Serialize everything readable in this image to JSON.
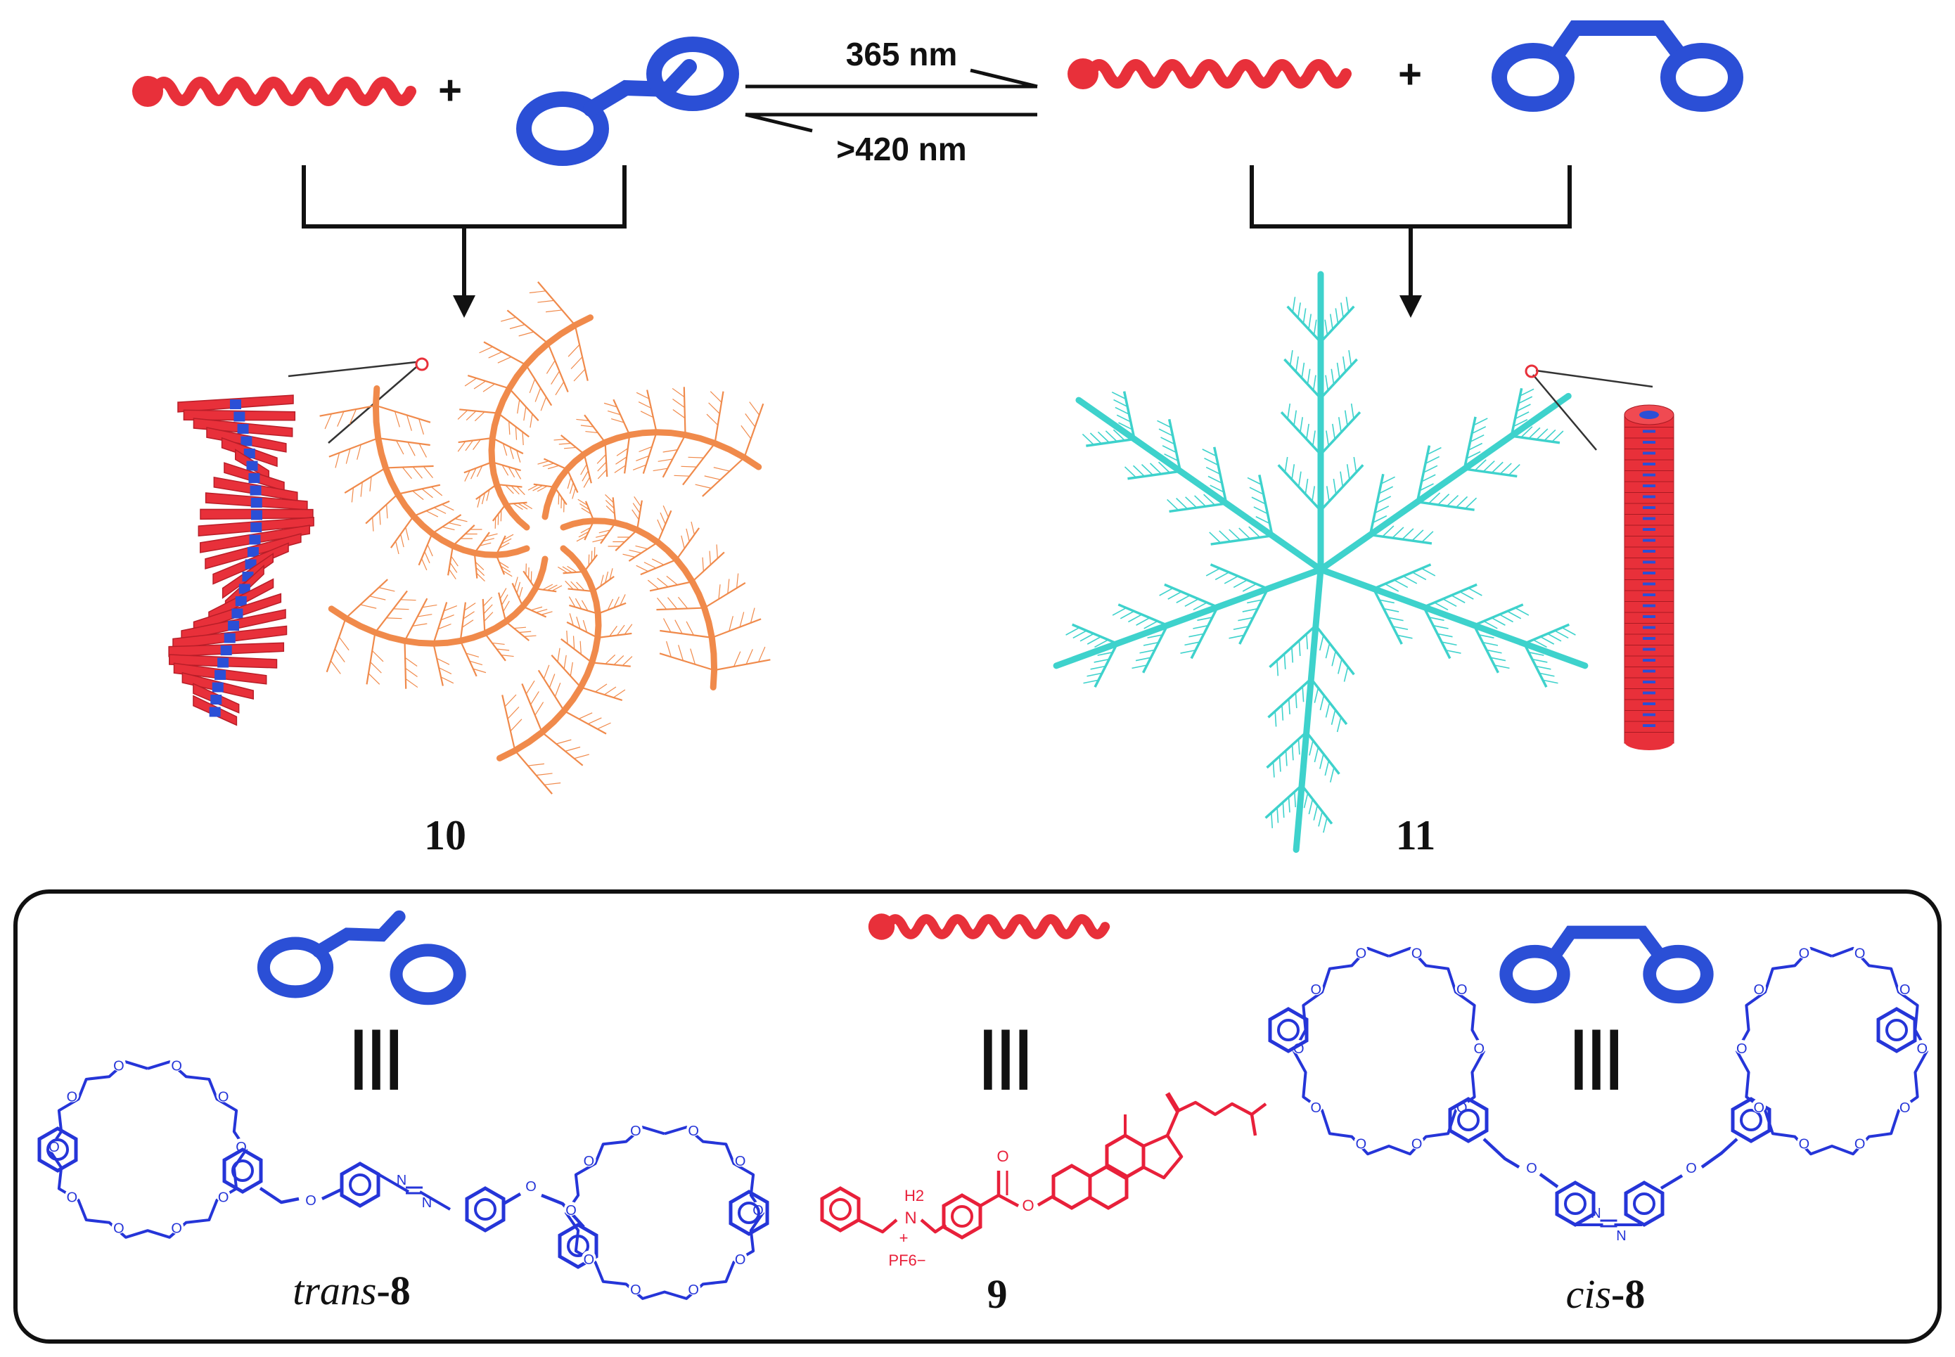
{
  "colors": {
    "guest_red": "#e8303a",
    "host_blue": "#2b4fd6",
    "orange_assembly": "#f08a4b",
    "cyan_assembly": "#3ed2cc",
    "line": "#111111",
    "structure_blue": "#2535d8",
    "structure_red": "#e8203a"
  },
  "reaction": {
    "forward_label": "365 nm",
    "reverse_label": ">420 nm",
    "plus_sign": "+"
  },
  "products": {
    "left_label": "10",
    "right_label": "11"
  },
  "panel": {
    "trans_prefix": "trans",
    "trans_number": "-8",
    "guest_number": "9",
    "cis_prefix": "cis",
    "cis_number": "-8",
    "equivalence_symbol": "|||"
  },
  "structure_text": {
    "oxygen": "O",
    "nitrogen": "N",
    "ammonium_h": "H",
    "ammonium_h_sub": "2",
    "ammonium_n": "N",
    "plus": "+",
    "counterion": "PF",
    "counterion_sub": "6",
    "minus": "−"
  },
  "icons": {
    "guest": "red-bead-coil-icon",
    "host_trans": "trans-blue-rings-icon",
    "host_cis": "cis-blue-rings-icon"
  }
}
